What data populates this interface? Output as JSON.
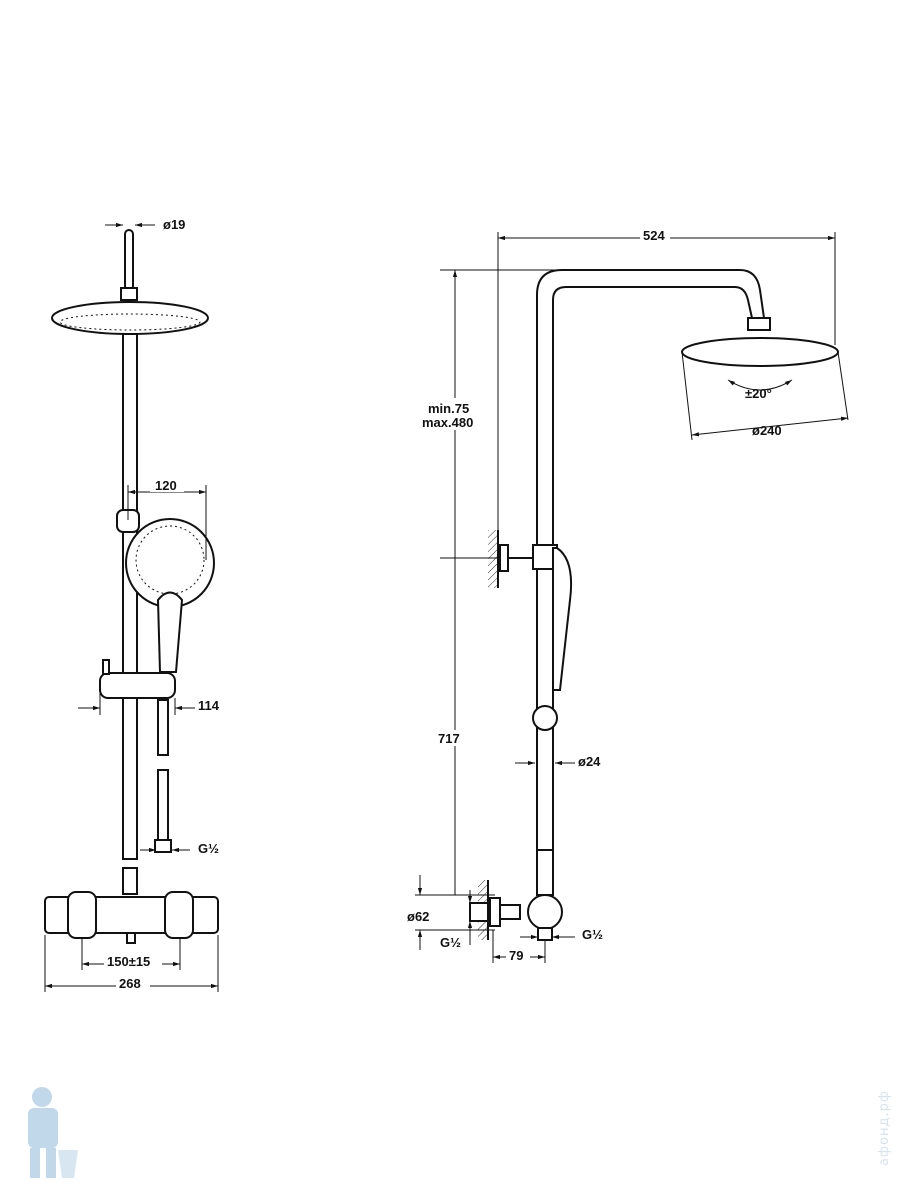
{
  "drawing": {
    "front_view": {
      "arm_diameter": "ø19",
      "handshower_width": "120",
      "slider_offset": "114",
      "hose_thread": "G½",
      "inlet_spacing": "150±15",
      "body_width": "268"
    },
    "side_view": {
      "arm_projection": "524",
      "height_adjust_min": "min.75",
      "height_adjust_max": "max.480",
      "head_tilt": "±20°",
      "head_diameter": "ø240",
      "rail_height": "717",
      "rail_diameter": "ø24",
      "escutcheon_diameter": "ø62",
      "inlet_thread": "G½",
      "outlet_thread": "G½",
      "wall_offset": "79"
    }
  },
  "watermark": "афонд.рф",
  "colors": {
    "line": "#111111",
    "watermark": "#d6e4f0"
  }
}
